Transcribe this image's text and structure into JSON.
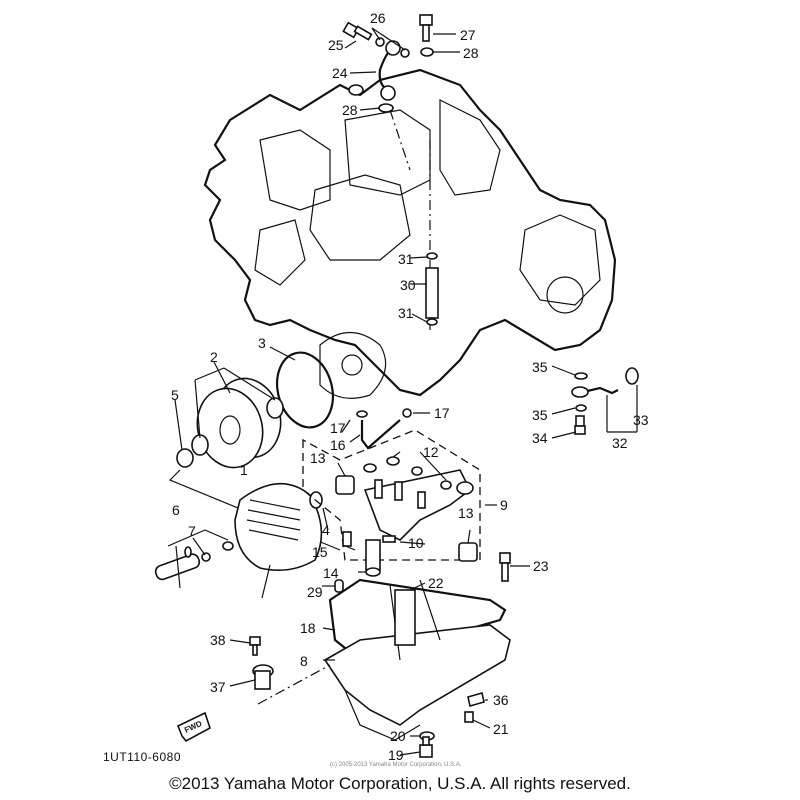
{
  "diagram": {
    "title": "Yamaha Oil Pump / Oil Pan Parts Diagram",
    "diagram_code": "1UT110-6080",
    "fwd_label": "FWD",
    "watermark": "(c) 2005-2013 Yamaha Motor Corporation, U.S.A.",
    "copyright": "©2013 Yamaha Motor Corporation, U.S.A. All rights reserved.",
    "callouts": [
      "1",
      "2",
      "3",
      "4",
      "5",
      "6",
      "7",
      "8",
      "9",
      "10",
      "12",
      "13",
      "13",
      "14",
      "15",
      "16",
      "17",
      "17",
      "18",
      "19",
      "20",
      "21",
      "22",
      "23",
      "24",
      "25",
      "26",
      "27",
      "28",
      "28",
      "29",
      "30",
      "31",
      "31",
      "32",
      "33",
      "34",
      "35",
      "35",
      "36",
      "37",
      "38"
    ]
  }
}
